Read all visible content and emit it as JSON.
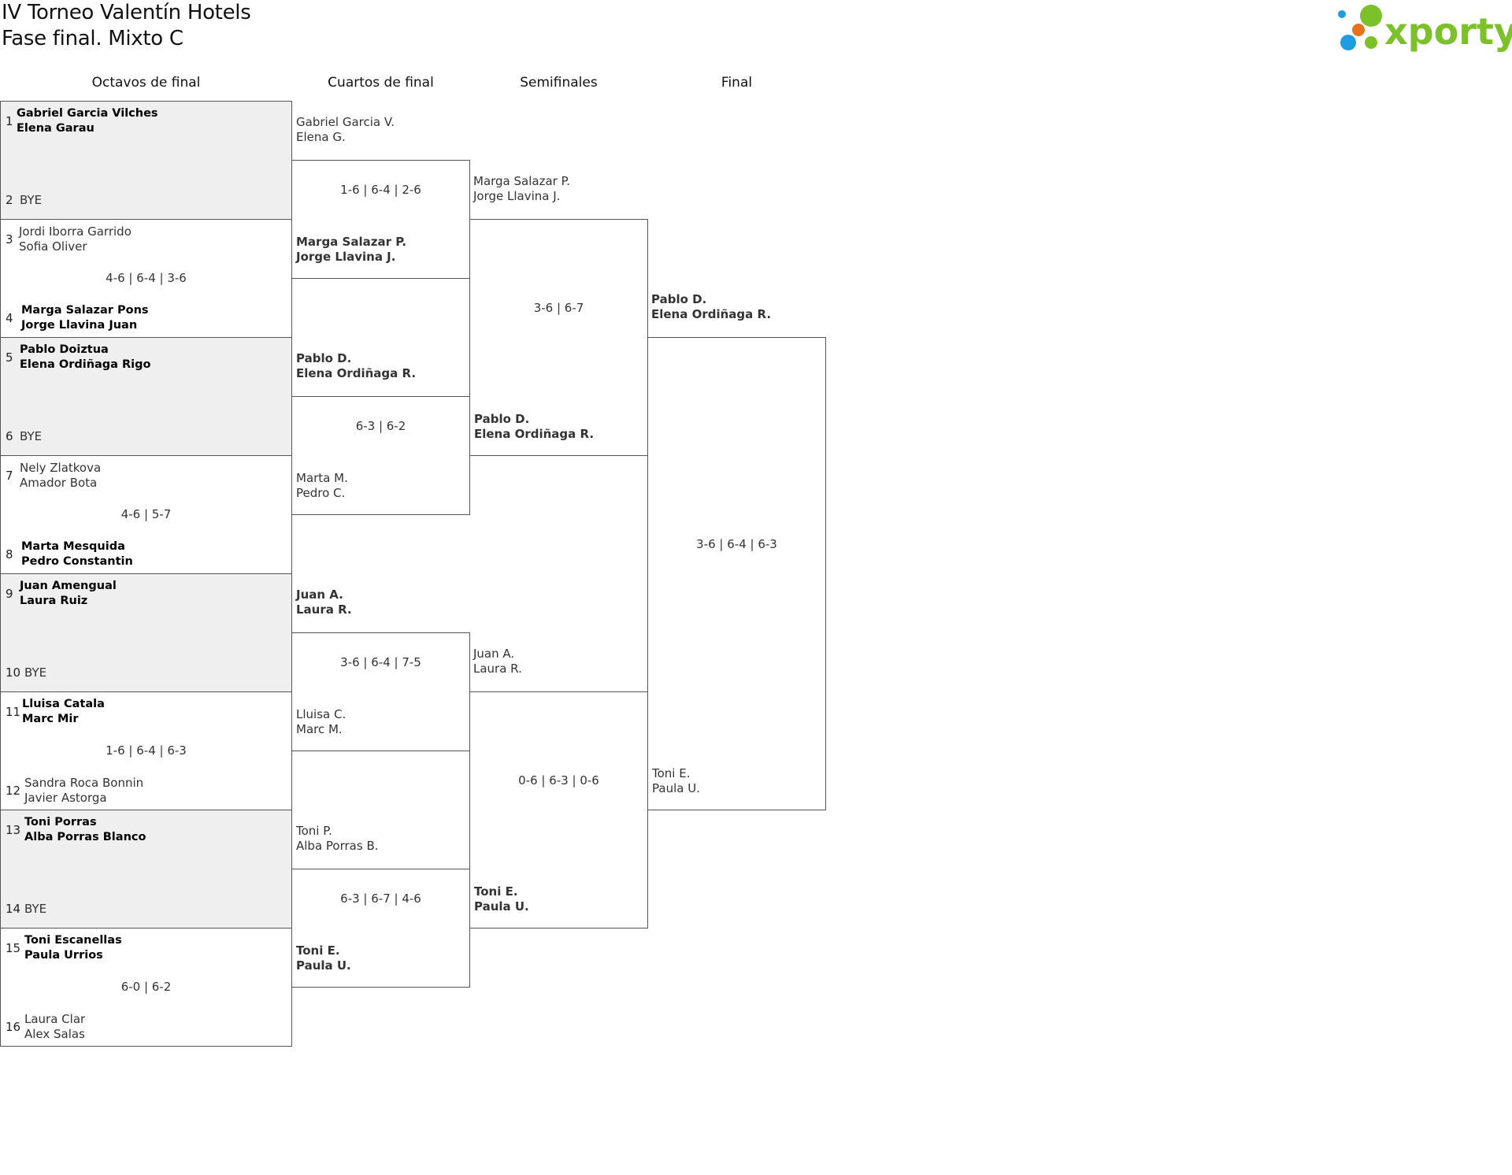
{
  "header": {
    "title_line1": "IV Torneo Valentín Hotels",
    "title_line2": "Fase final. Mixto C",
    "logo_text": "xporty"
  },
  "rounds": {
    "r16": "Octavos de final",
    "qf": "Cuartos de final",
    "sf": "Semifinales",
    "final": "Final"
  },
  "octavos": [
    {
      "seedA": "1",
      "a1": "Gabriel Garcia Vilches",
      "a2": "Elena Garau",
      "seedB": "2",
      "b1": "BYE",
      "b2": "",
      "score": ""
    },
    {
      "seedA": "3",
      "a1": "Jordi Iborra Garrido",
      "a2": "Sofia Oliver",
      "seedB": "4",
      "b1": "Marga Salazar Pons",
      "b2": "Jorge Llavina Juan",
      "score": "4-6 | 6-4 | 3-6"
    },
    {
      "seedA": "5",
      "a1": "Pablo Doiztua",
      "a2": "Elena Ordiñaga Rigo",
      "seedB": "6",
      "b1": "BYE",
      "b2": "",
      "score": ""
    },
    {
      "seedA": "7",
      "a1": "Nely Zlatkova",
      "a2": "Amador Bota",
      "seedB": "8",
      "b1": "Marta Mesquida",
      "b2": "Pedro Constantin",
      "score": "4-6 | 5-7"
    },
    {
      "seedA": "9",
      "a1": "Juan Amengual",
      "a2": "Laura Ruiz",
      "seedB": "10",
      "b1": "BYE",
      "b2": "",
      "score": ""
    },
    {
      "seedA": "11",
      "a1": "Lluisa Catala",
      "a2": "Marc Mir",
      "seedB": "12",
      "b1": "Sandra Roca Bonnin",
      "b2": "Javier Astorga",
      "score": "1-6 | 6-4 | 6-3"
    },
    {
      "seedA": "13",
      "a1": "Toni Porras",
      "a2": "Alba Porras Blanco",
      "seedB": "14",
      "b1": "BYE",
      "b2": "",
      "score": ""
    },
    {
      "seedA": "15",
      "a1": "Toni Escanellas",
      "a2": "Paula Urrios",
      "seedB": "16",
      "b1": "Laura Clar",
      "b2": "Alex Salas",
      "score": "6-0 | 6-2"
    }
  ],
  "cuartos": [
    {
      "a1": "Gabriel Garcia V.",
      "a2": "Elena G.",
      "b1": "Marga Salazar P.",
      "b2": "Jorge Llavina J.",
      "score": "1-6 | 6-4 | 2-6"
    },
    {
      "a1": "Pablo D.",
      "a2": "Elena Ordiñaga R.",
      "b1": "Marta M.",
      "b2": "Pedro C.",
      "score": "6-3 | 6-2"
    },
    {
      "a1": "Juan A.",
      "a2": "Laura R.",
      "b1": "Lluisa C.",
      "b2": "Marc M.",
      "score": "3-6 | 6-4 | 7-5"
    },
    {
      "a1": "Toni P.",
      "a2": "Alba Porras B.",
      "b1": "Toni E.",
      "b2": "Paula U.",
      "score": "6-3 | 6-7 | 4-6"
    }
  ],
  "semis": [
    {
      "a1": "Marga Salazar P.",
      "a2": "Jorge Llavina J.",
      "b1": "Pablo D.",
      "b2": "Elena Ordiñaga R.",
      "score": "3-6 | 6-7"
    },
    {
      "a1": "Juan A.",
      "a2": "Laura R.",
      "b1": "Toni E.",
      "b2": "Paula U.",
      "score": "0-6 | 6-3 | 0-6"
    }
  ],
  "final": {
    "a1": "Pablo D.",
    "a2": "Elena Ordiñaga R.",
    "b1": "Toni E.",
    "b2": "Paula U.",
    "score": "3-6 | 6-4 | 6-3"
  }
}
